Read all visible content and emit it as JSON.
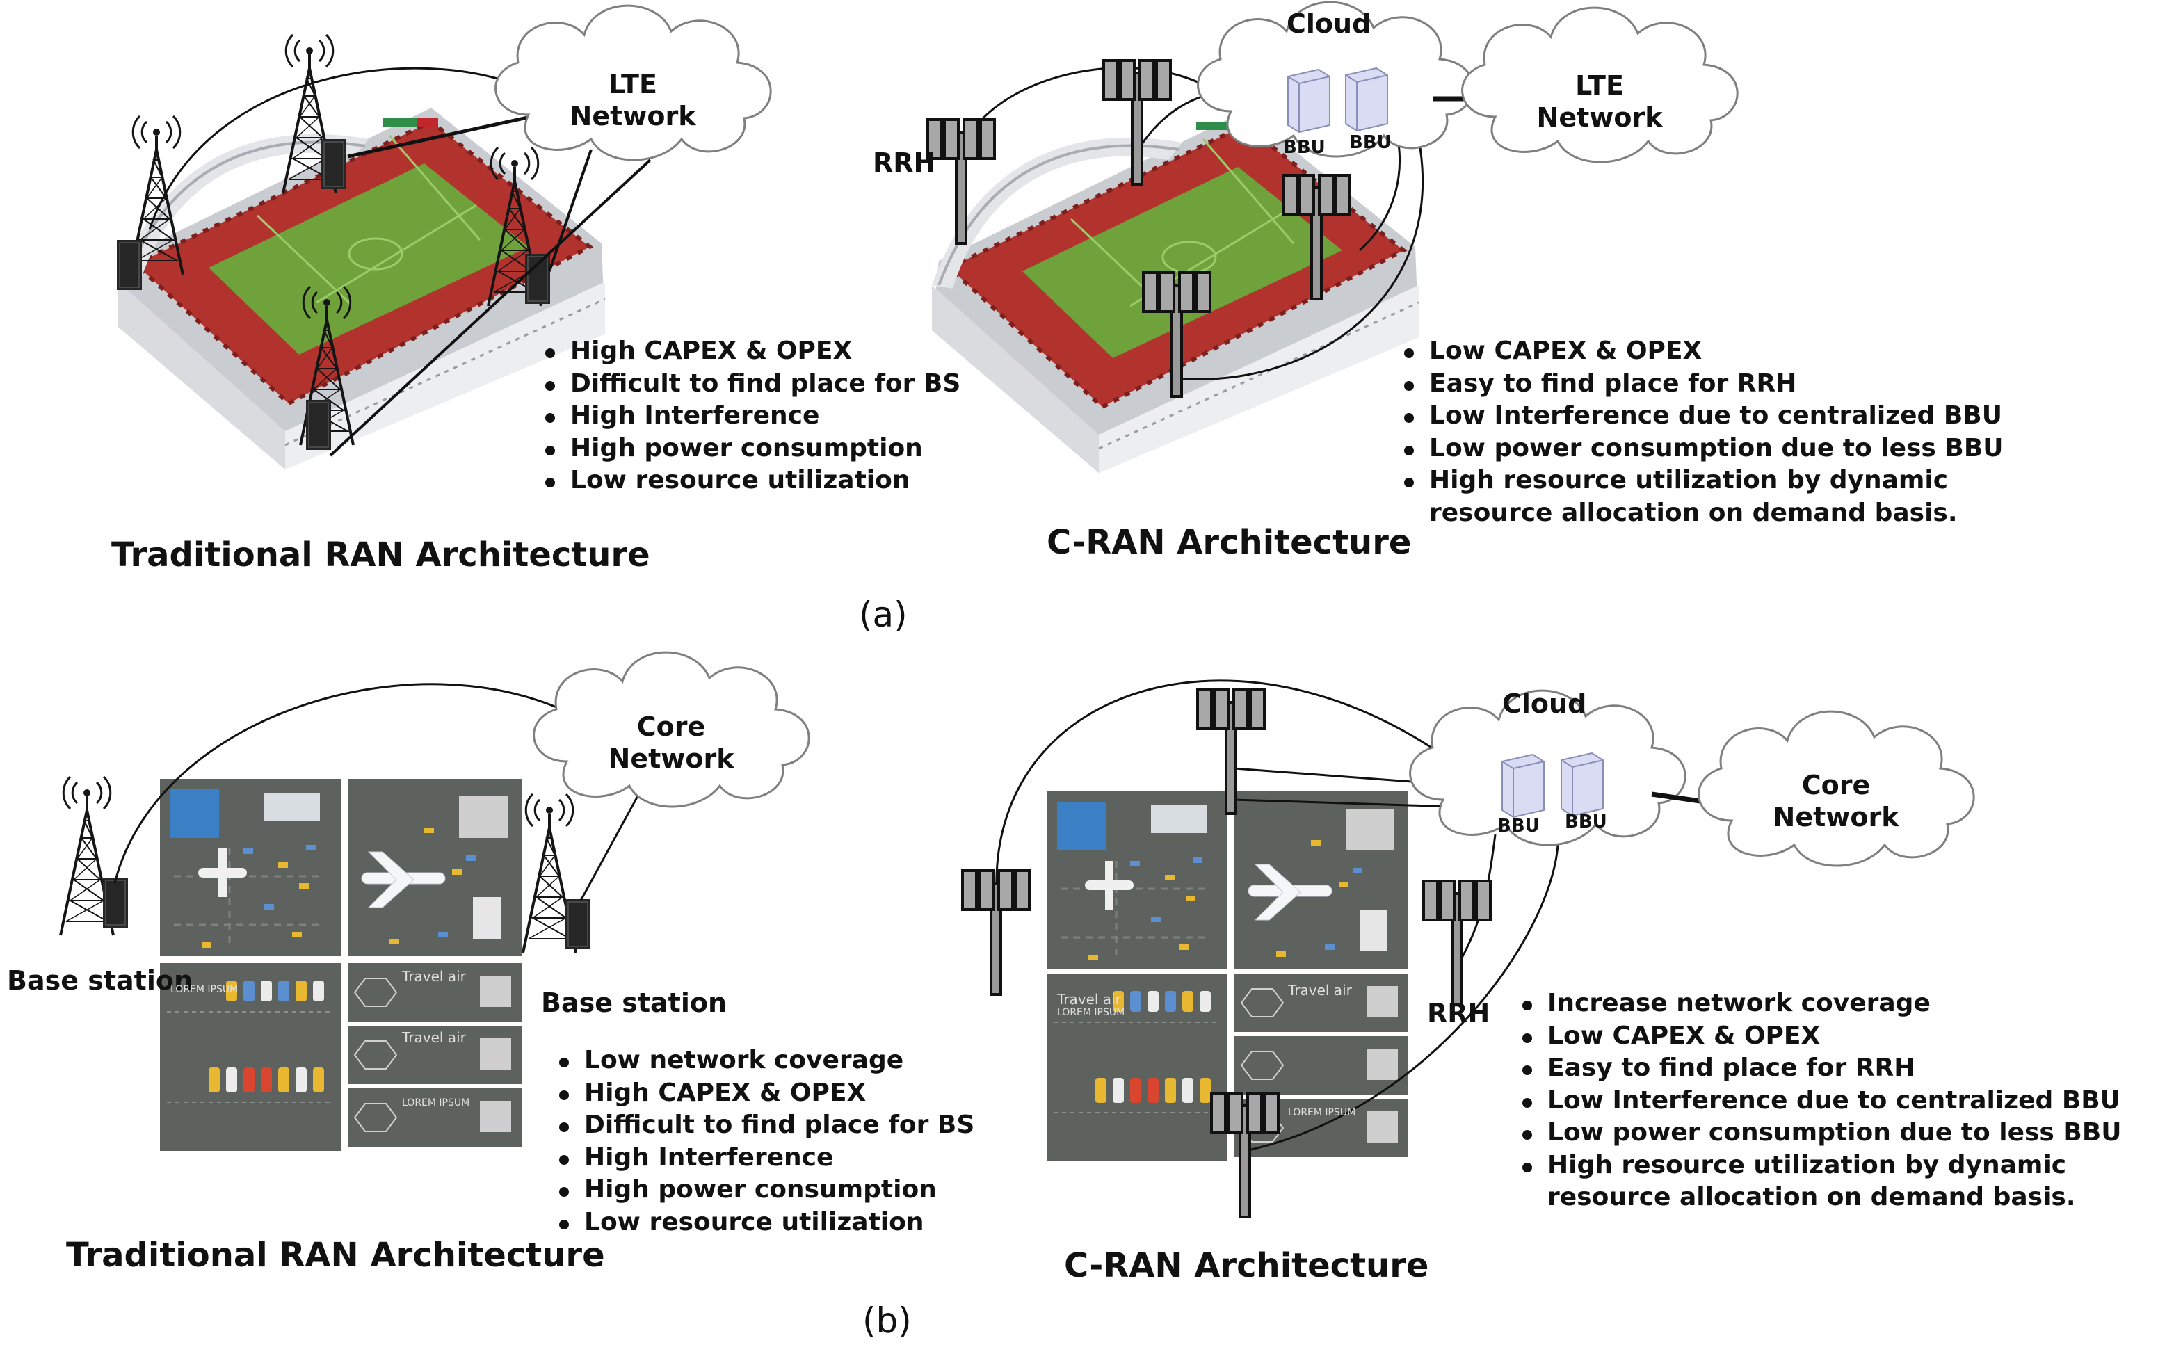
{
  "panel_a": {
    "traditional": {
      "title": "Traditional RAN Architecture",
      "cloud": "LTE\nNetwork",
      "bullets": [
        "High CAPEX & OPEX",
        "Difficult to find place for BS",
        "High Interference",
        "High power consumption",
        "Low resource utilization"
      ]
    },
    "cran": {
      "title": "C-RAN Architecture",
      "cloud_label": "Cloud",
      "bbu_labels": [
        "BBU",
        "BBU"
      ],
      "rrh_label": "RRH",
      "network_cloud": "LTE\nNetwork",
      "bullets": [
        "Low CAPEX & OPEX",
        "Easy to find place for RRH",
        "Low Interference due to centralized BBU",
        "Low power consumption due to less BBU",
        "High resource utilization by dynamic\nresource allocation on demand basis."
      ]
    },
    "caption": "(a)"
  },
  "panel_b": {
    "traditional": {
      "title": "Traditional RAN Architecture",
      "cloud": "Core\nNetwork",
      "base_station_labels": [
        "Base station",
        "Base station"
      ],
      "map_texts": [
        "Travel air",
        "LOREM IPSUM",
        "Travel air",
        "LOREM IPSUM"
      ],
      "bullets": [
        "Low network coverage",
        "High CAPEX & OPEX",
        "Difficult to find place for BS",
        "High Interference",
        "High power consumption",
        "Low resource utilization"
      ]
    },
    "cran": {
      "title": "C-RAN Architecture",
      "cloud_label": "Cloud",
      "bbu_labels": [
        "BBU",
        "BBU"
      ],
      "rrh_label": "RRH",
      "network_cloud": "Core\nNetwork",
      "map_texts": [
        "Travel air",
        "LOREM IPSUM",
        "Travel air",
        "LOREM IPSUM"
      ],
      "bullets": [
        "Increase network coverage",
        "Low CAPEX & OPEX",
        "Easy to find place for RRH",
        "Low Interference due to centralized BBU",
        "Low power consumption due to less BBU",
        "High resource utilization by dynamic\nresource allocation on demand basis."
      ]
    },
    "caption": "(b)"
  },
  "colors": {
    "pitch": "#6fa23a",
    "stand": "#b2332e",
    "roof": "#e3e5e8",
    "map": "#5d625f",
    "rrh": "#a4a4a4",
    "bbu": "#d9dcf3"
  }
}
